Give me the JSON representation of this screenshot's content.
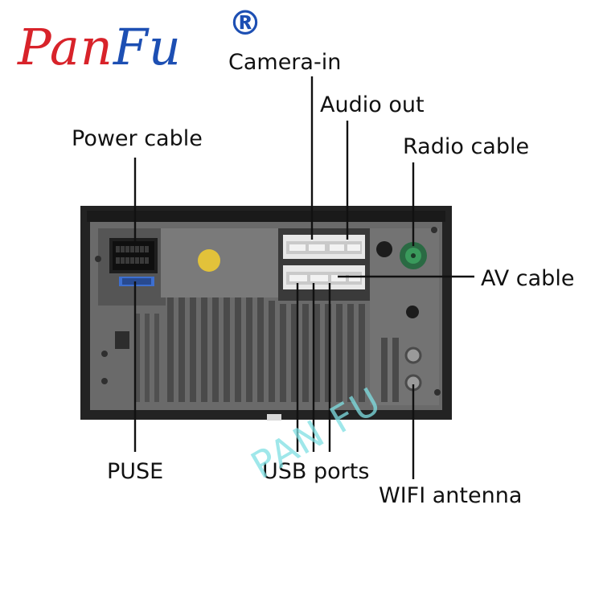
{
  "brand": {
    "logo_part1": "Pan",
    "logo_part2": "Fu",
    "registered_mark": "®"
  },
  "labels": {
    "camera_in": "Camera-in",
    "audio_out": "Audio out",
    "power_cable": "Power cable",
    "radio_cable": "Radio cable",
    "av_cable": "AV cable",
    "puse": "PUSE",
    "usb_ports": "USB ports",
    "wifi_antenna": "WIFI antenna"
  },
  "watermark": "PAN FU",
  "colors": {
    "brand_red": "#d8232a",
    "brand_blue": "#1d4fb3",
    "panel_dark": "#2a2a2a",
    "panel_gray": "#6e6e6e",
    "watermark": "#7fe0e3",
    "radio_port_green": "#3a9a5c"
  }
}
